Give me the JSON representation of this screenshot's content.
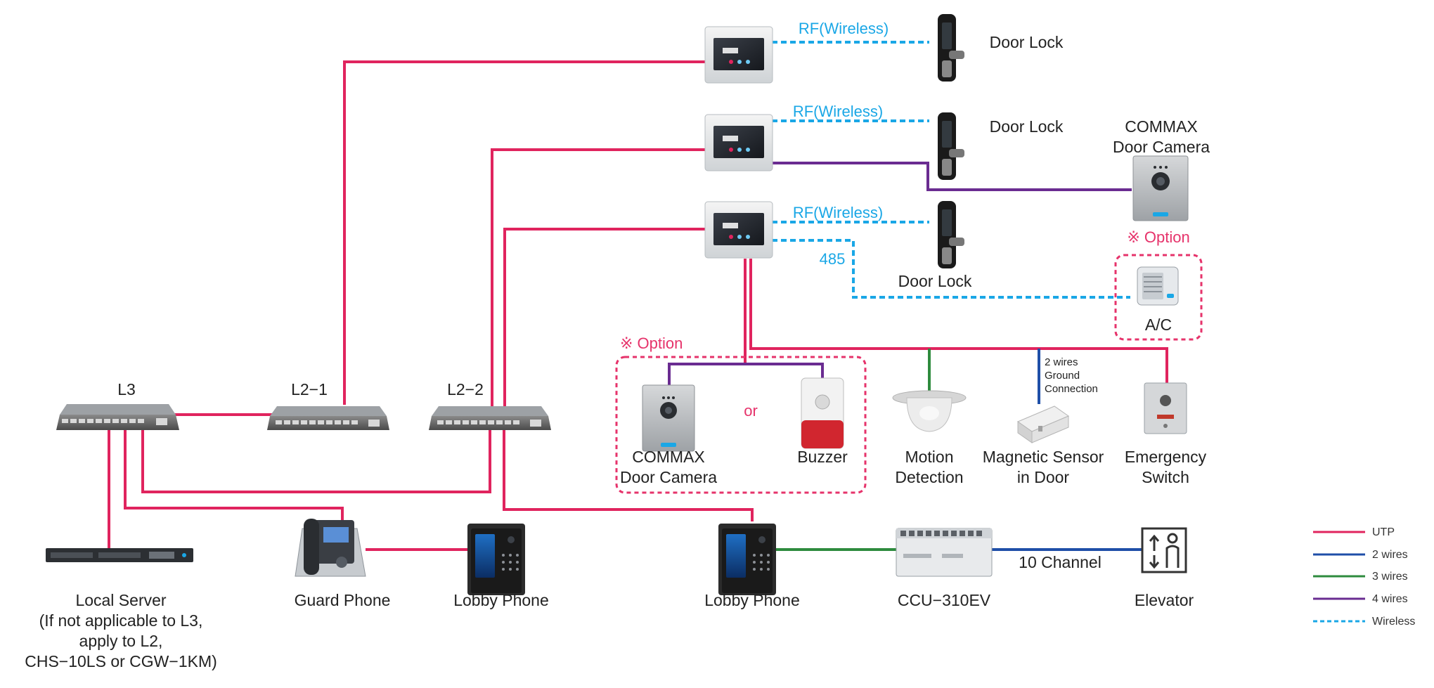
{
  "colors": {
    "utp": "#e0245e",
    "two_wires": "#1f4fa8",
    "three_wires": "#2e8b3e",
    "four_wires": "#6a2c91",
    "wireless": "#1aa7e6",
    "option": "#e6336b"
  },
  "labels": {
    "l3": "L3",
    "l2_1": "L2−1",
    "l2_2": "L2−2",
    "rf_1": "RF(Wireless)",
    "rf_2": "RF(Wireless)",
    "rf_3": "RF(Wireless)",
    "door_lock_1": "Door Lock",
    "door_lock_2": "Door Lock",
    "door_lock_3": "Door Lock",
    "cam_right_1": "COMMAX",
    "cam_right_2": "Door Camera",
    "option_right": "※  Option",
    "ac": "A/C",
    "rs485": "485",
    "option_left": "※  Option",
    "or": "or",
    "cam_left_1": "COMMAX",
    "cam_left_2": "Door Camera",
    "buzzer": "Buzzer",
    "motion_1": "Motion",
    "motion_2": "Detection",
    "magnetic_1": "Magnetic Sensor",
    "magnetic_2": "in Door",
    "two_wires_note_1": "2 wires",
    "two_wires_note_2": "Ground",
    "two_wires_note_3": "Connection",
    "emergency_1": "Emergency",
    "emergency_2": "Switch",
    "server_1": "Local Server",
    "server_2": "(If not applicable to L3,",
    "server_3": "apply to L2,",
    "server_4": "CHS−10LS or CGW−1KM)",
    "guard_phone": "Guard Phone",
    "lobby_phone_1": "Lobby Phone",
    "lobby_phone_2": "Lobby Phone",
    "ccu": "CCU−310EV",
    "ten_channel": "10 Channel",
    "elevator": "Elevator"
  },
  "legend": [
    {
      "label": "UTP",
      "color": "#e0245e",
      "style": "solid"
    },
    {
      "label": "2 wires",
      "color": "#1f4fa8",
      "style": "solid"
    },
    {
      "label": "3 wires",
      "color": "#2e8b3e",
      "style": "solid"
    },
    {
      "label": "4 wires",
      "color": "#6a2c91",
      "style": "solid"
    },
    {
      "label": "Wireless",
      "color": "#1aa7e6",
      "style": "dashed"
    }
  ],
  "icons": {
    "switch": "network-switch-icon",
    "monitor": "video-monitor-icon",
    "door_lock": "door-lock-icon",
    "door_camera": "door-camera-icon",
    "buzzer": "buzzer-icon",
    "motion": "motion-sensor-icon",
    "magnetic": "magnetic-sensor-icon",
    "emergency": "emergency-switch-icon",
    "ac": "air-conditioner-icon",
    "server": "server-icon",
    "guard_phone": "guard-phone-icon",
    "lobby_phone": "lobby-phone-icon",
    "ccu": "ccu-controller-icon",
    "elevator": "elevator-icon"
  }
}
